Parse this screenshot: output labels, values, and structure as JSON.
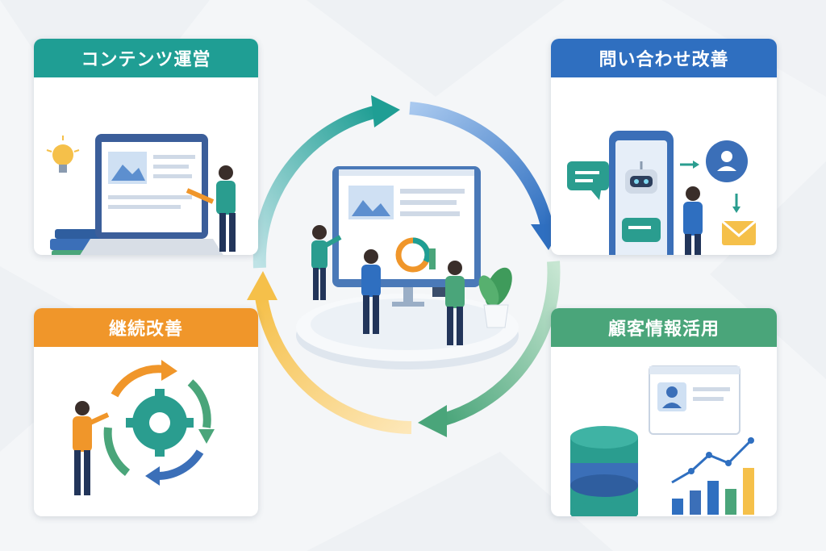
{
  "cards": {
    "content": {
      "title": "コンテンツ運営",
      "color": "#1f9e94"
    },
    "inquiry": {
      "title": "問い合わせ改善",
      "color": "#2f6fc0"
    },
    "improve": {
      "title": "継続改善",
      "color": "#f0962a"
    },
    "customer": {
      "title": "顧客情報活用",
      "color": "#4aa57a"
    }
  },
  "colors": {
    "teal": "#1f9e94",
    "blue": "#2f6fc0",
    "orange": "#f0962a",
    "green": "#4aa57a",
    "yellow": "#f5c04a"
  },
  "icons": [
    "lightbulb-icon",
    "book-icon",
    "pencil-icon",
    "chat-bubble-icon",
    "robot-icon",
    "user-icon",
    "mail-icon",
    "gear-icon",
    "database-icon",
    "bar-chart-icon"
  ]
}
